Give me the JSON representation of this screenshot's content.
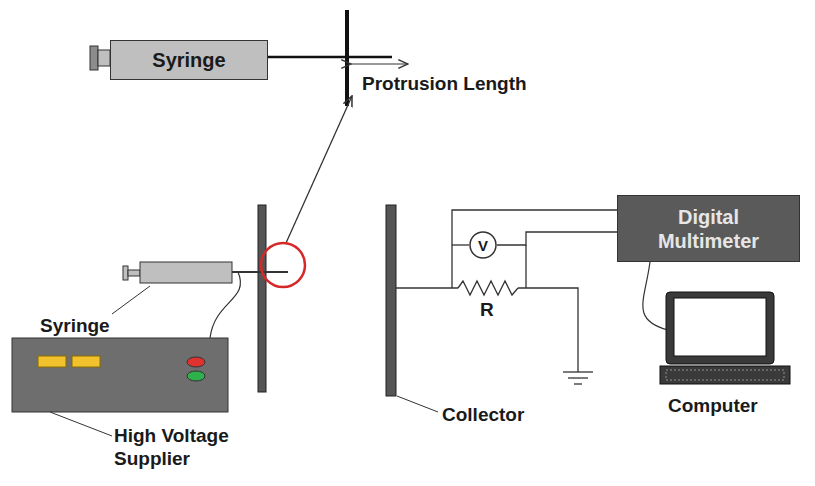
{
  "diagram": {
    "nodes": [
      {
        "text": [
          "Syringe"
        ]
      },
      {
        "text": [
          "Digital Multimeter"
        ]
      },
      {
        "text": [
          "V"
        ]
      }
    ],
    "edges": [
      {
        "from": 2,
        "to": 1,
        "arrow": "none"
      }
    ],
    "labels": [
      "Protrusion Length",
      "Syringe",
      "High Voltage Supplier",
      "Collector",
      "R",
      "Computer"
    ]
  }
}
